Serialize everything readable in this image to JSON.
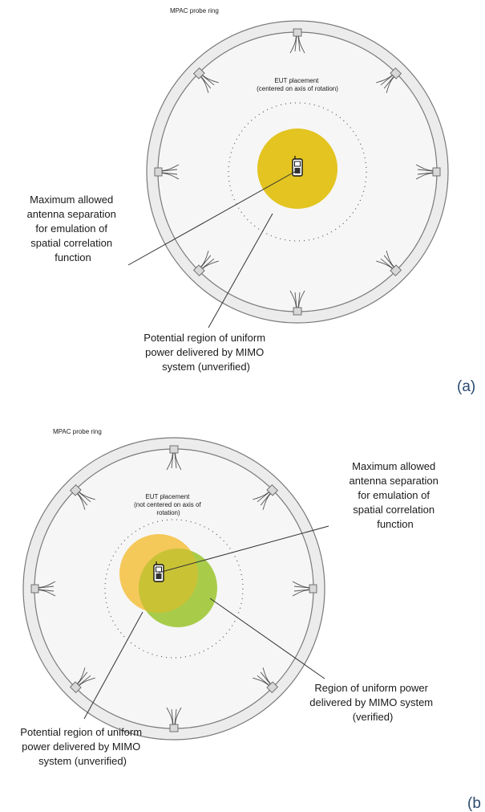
{
  "colors": {
    "ring_fill": "#ececec",
    "ring_stroke": "#7a7a7a",
    "inner_fill": "#f6f6f6",
    "unverified_region": "#e3c420",
    "unverified_region_b": "#f5c85a",
    "verified_region": "#a8cc4a",
    "overlap_region": "#c9c235",
    "leader_line": "#333333"
  },
  "panel_a": {
    "ring_label": "MPAC probe ring",
    "eut_label_lines": [
      "EUT placement",
      "(centered on axis of rotation)"
    ],
    "separation_label_lines": [
      "Maximum allowed",
      "antenna separation",
      "for emulation of",
      "spatial correlation",
      "function"
    ],
    "unverified_label_lines": [
      "Potential region of uniform",
      "power delivered by MIMO",
      "system (unverified)"
    ],
    "panel_tag": "(a)"
  },
  "panel_b": {
    "ring_label": "MPAC probe ring",
    "eut_label_lines": [
      "EUT placement",
      "(not centered on axis of",
      "rotation)"
    ],
    "separation_label_lines": [
      "Maximum allowed",
      "antenna separation",
      "for emulation of",
      "spatial correlation",
      "function"
    ],
    "verified_label_lines": [
      "Region of uniform power",
      "delivered by MIMO system",
      "(verified)"
    ],
    "unverified_label_lines": [
      "Potential region of uniform",
      "power delivered by MIMO",
      "system (unverified)"
    ],
    "panel_tag": "(b"
  }
}
